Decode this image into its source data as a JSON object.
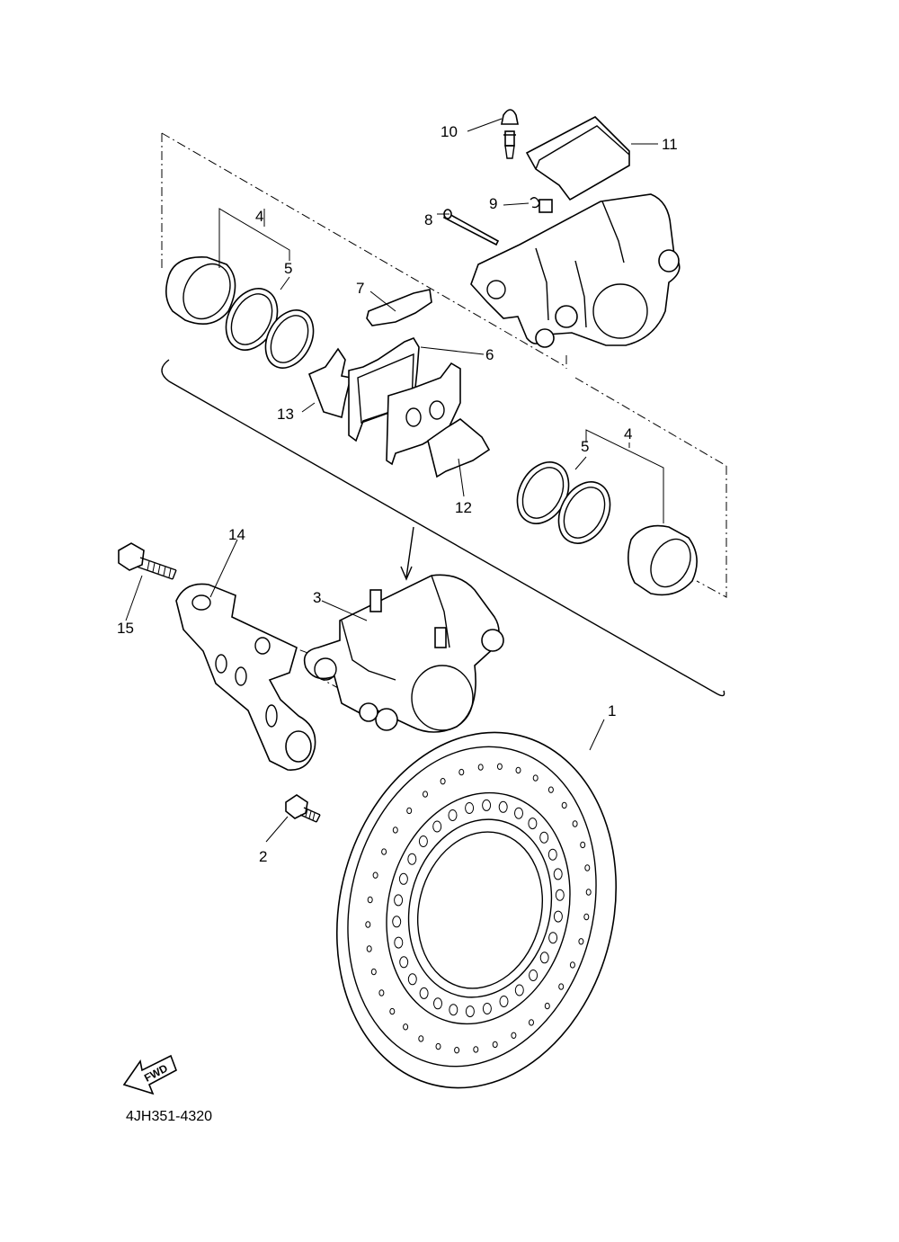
{
  "labels": {
    "l1": "1",
    "l2": "2",
    "l3": "3",
    "l4a": "4",
    "l4b": "4",
    "l5a": "5",
    "l5b": "5",
    "l6": "6",
    "l7": "7",
    "l8": "8",
    "l9": "9",
    "l10": "10",
    "l11": "11",
    "l12": "12",
    "l13": "13",
    "l14": "14",
    "l15": "15"
  },
  "fwd_text": "FWD",
  "diagram_code": "4JH351-4320"
}
